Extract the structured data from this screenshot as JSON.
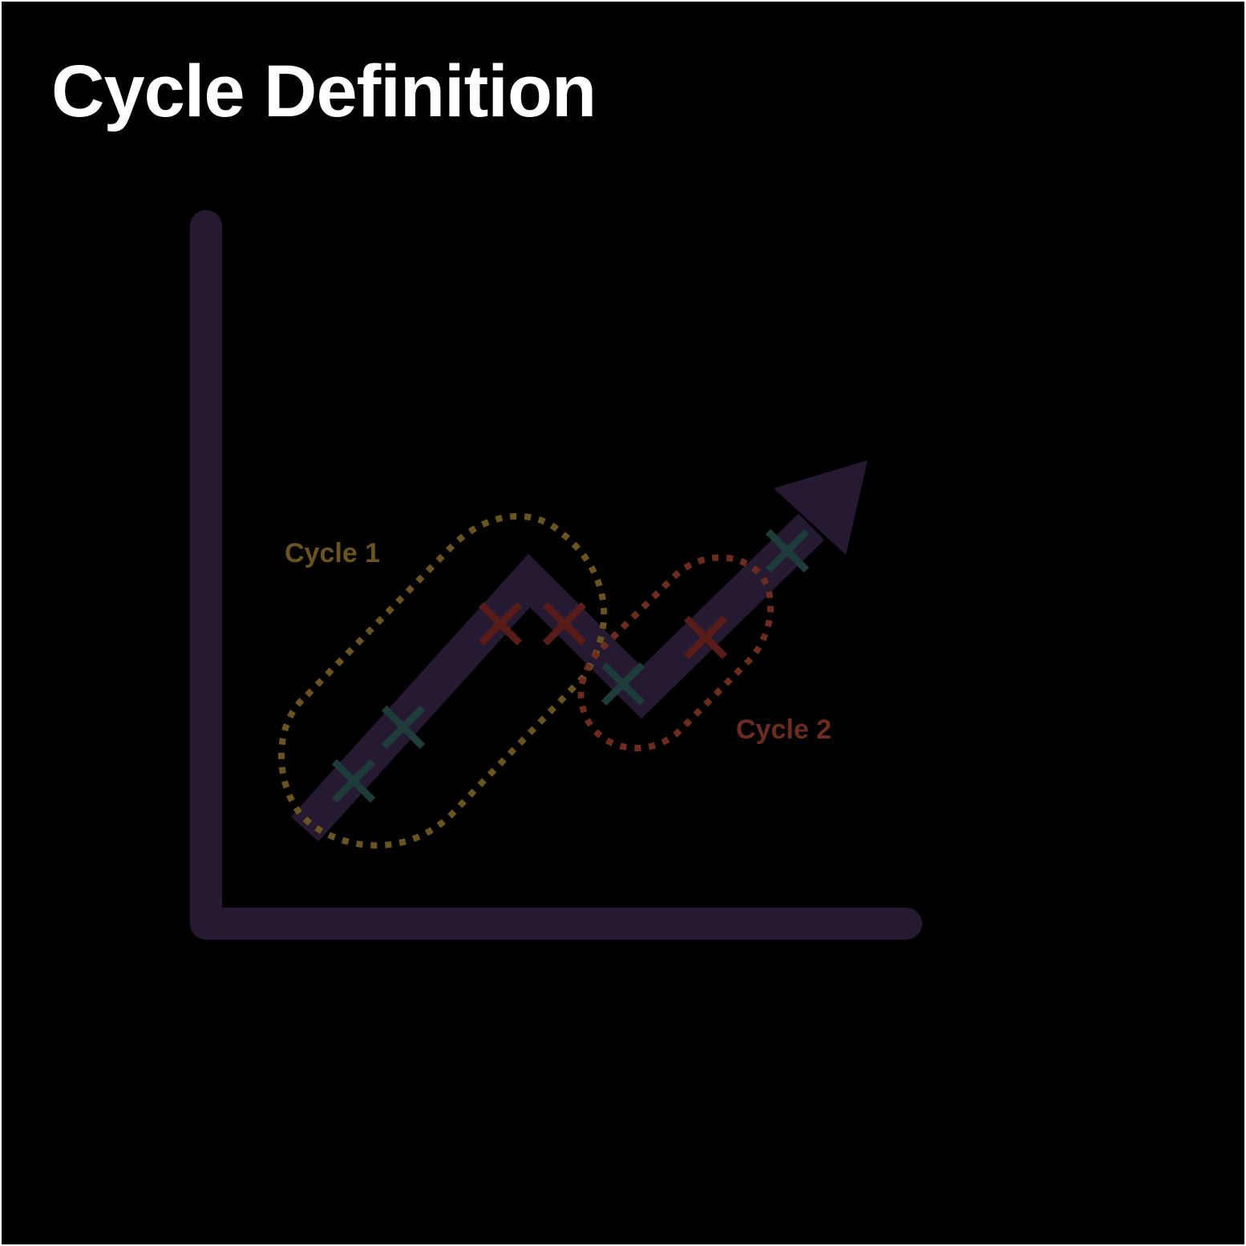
{
  "title": "Cycle Definition",
  "cycles": [
    {
      "label": "Cycle 1",
      "color": "#6b5420"
    },
    {
      "label": "Cycle 2",
      "color": "#6e2c1e"
    }
  ],
  "colors": {
    "background": "#000000",
    "title": "#ffffff",
    "axes": "#261a33",
    "trend_arrow": "#261a33",
    "marker_teal": "#1d3c3a",
    "marker_red": "#5a1c19"
  },
  "markers": [
    {
      "kind": "teal",
      "icon": "x-marker-icon"
    },
    {
      "kind": "teal",
      "icon": "x-marker-icon"
    },
    {
      "kind": "red",
      "icon": "x-marker-icon"
    },
    {
      "kind": "red",
      "icon": "x-marker-icon"
    },
    {
      "kind": "teal",
      "icon": "x-marker-icon"
    },
    {
      "kind": "red",
      "icon": "x-marker-icon"
    },
    {
      "kind": "teal",
      "icon": "x-marker-icon"
    }
  ]
}
